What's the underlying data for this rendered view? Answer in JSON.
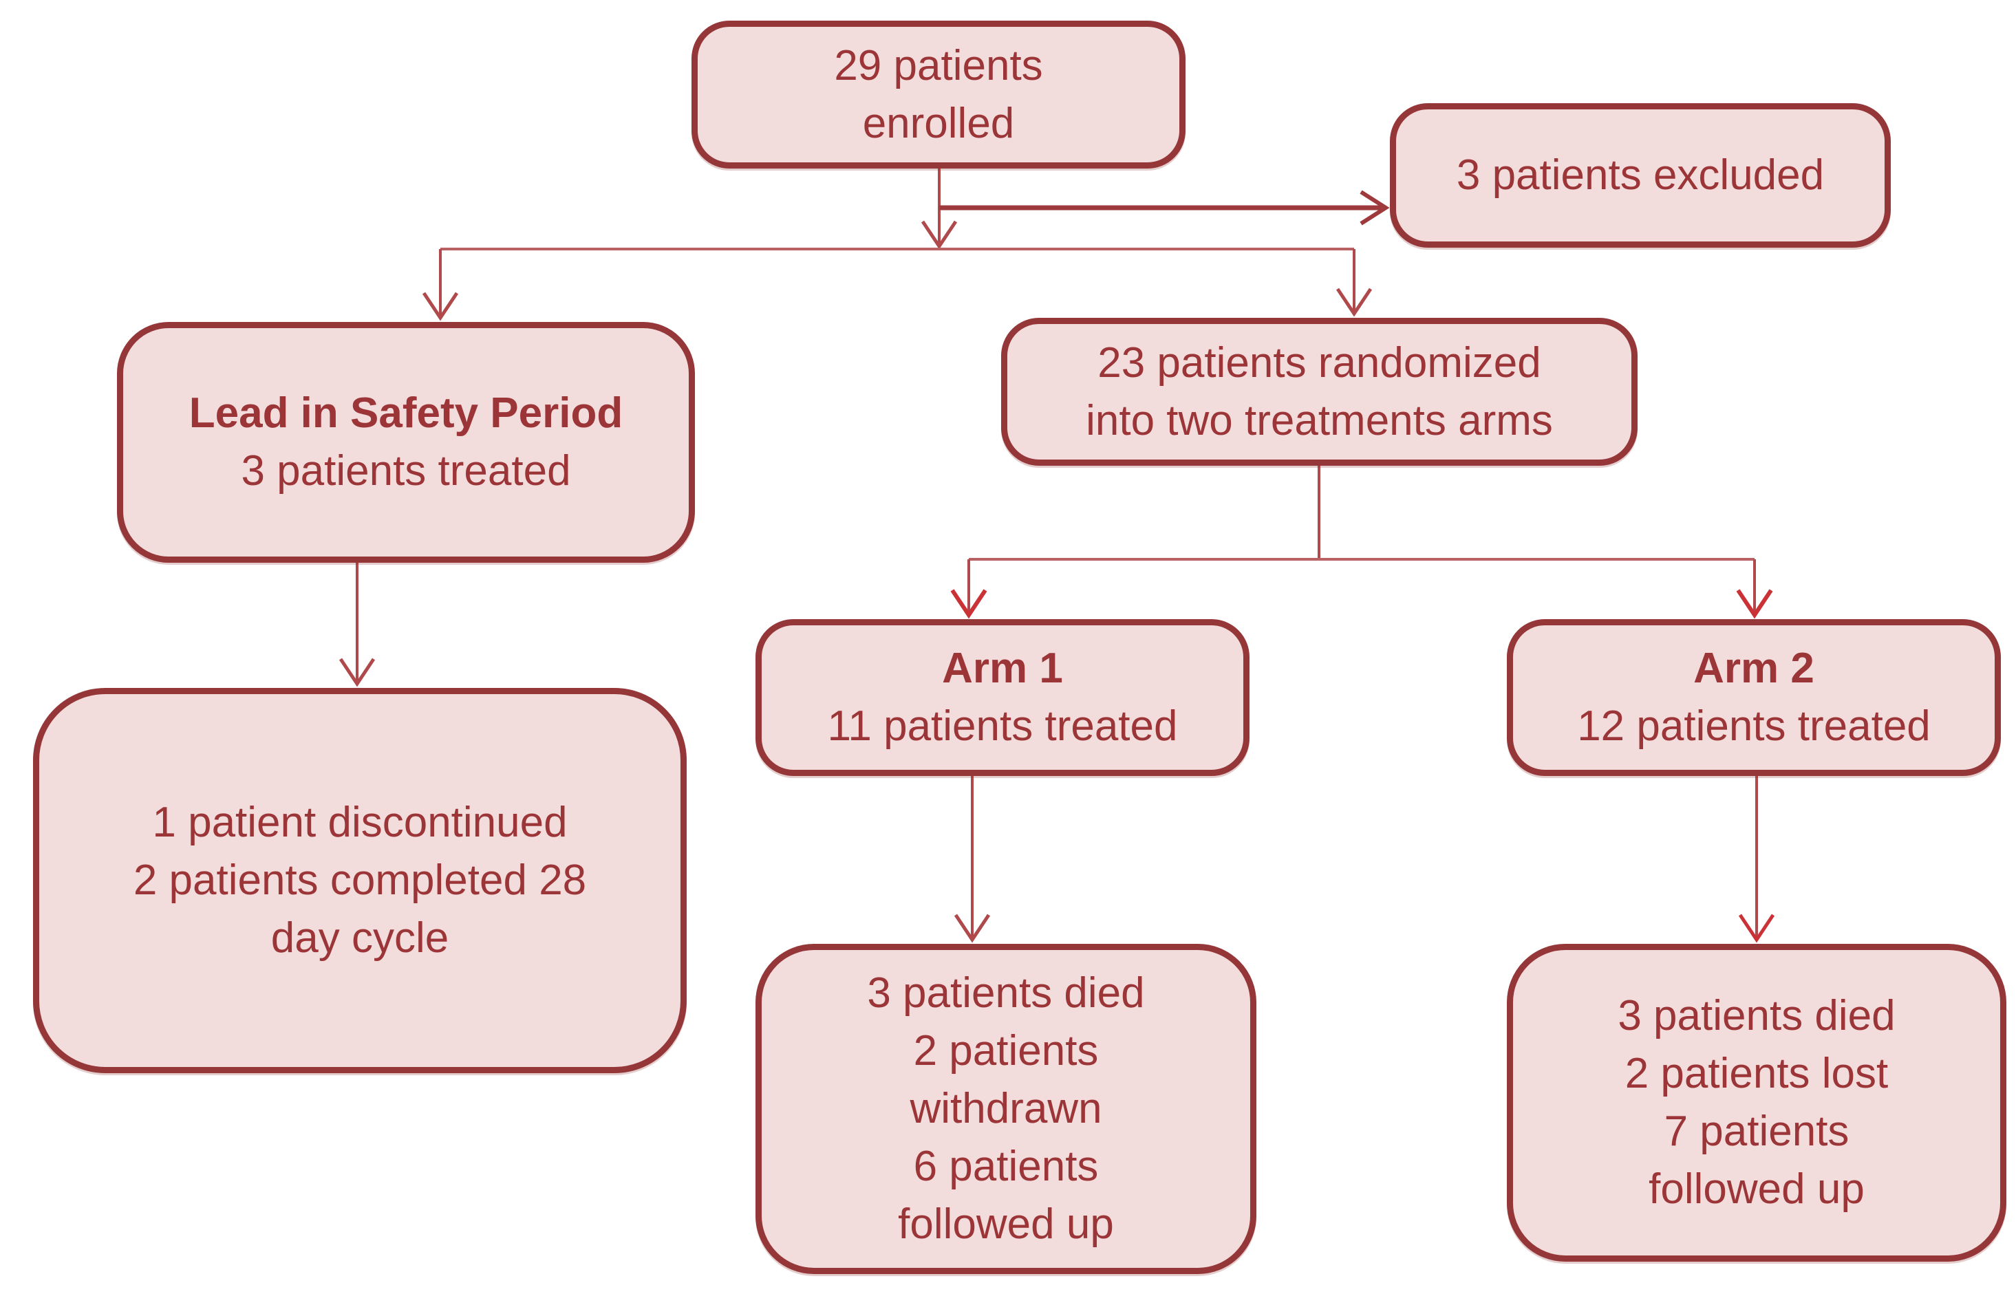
{
  "nodes": {
    "enrolled": {
      "lines": [
        "29 patients",
        "enrolled"
      ]
    },
    "excluded": {
      "lines": [
        "3 patients excluded"
      ]
    },
    "lead_in": {
      "header": "Lead in Safety Period",
      "lines": [
        "3 patients treated"
      ]
    },
    "randomized": {
      "lines": [
        "23 patients randomized",
        "into two treatments arms"
      ]
    },
    "lead_outcome": {
      "lines": [
        "1 patient discontinued",
        "2 patients completed 28",
        "day cycle"
      ]
    },
    "arm1": {
      "header": "Arm 1",
      "lines": [
        "11 patients treated"
      ]
    },
    "arm2": {
      "header": "Arm 2",
      "lines": [
        "12 patients treated"
      ]
    },
    "arm1_outcome": {
      "lines": [
        "3 patients died",
        "2 patients",
        "withdrawn",
        "6 patients",
        "followed up"
      ]
    },
    "arm2_outcome": {
      "lines": [
        "3 patients died",
        "2 patients lost",
        "7 patients",
        "followed up"
      ]
    }
  },
  "style": {
    "box_fill": "#f2dddc",
    "box_border": "#953638",
    "text_color": "#9c3538",
    "connector_color": "#b0494b",
    "branch_line_color": "#ba6163",
    "excluded_arrow_color": "#9e393c",
    "bright_arrow_color": "#cb3236"
  }
}
